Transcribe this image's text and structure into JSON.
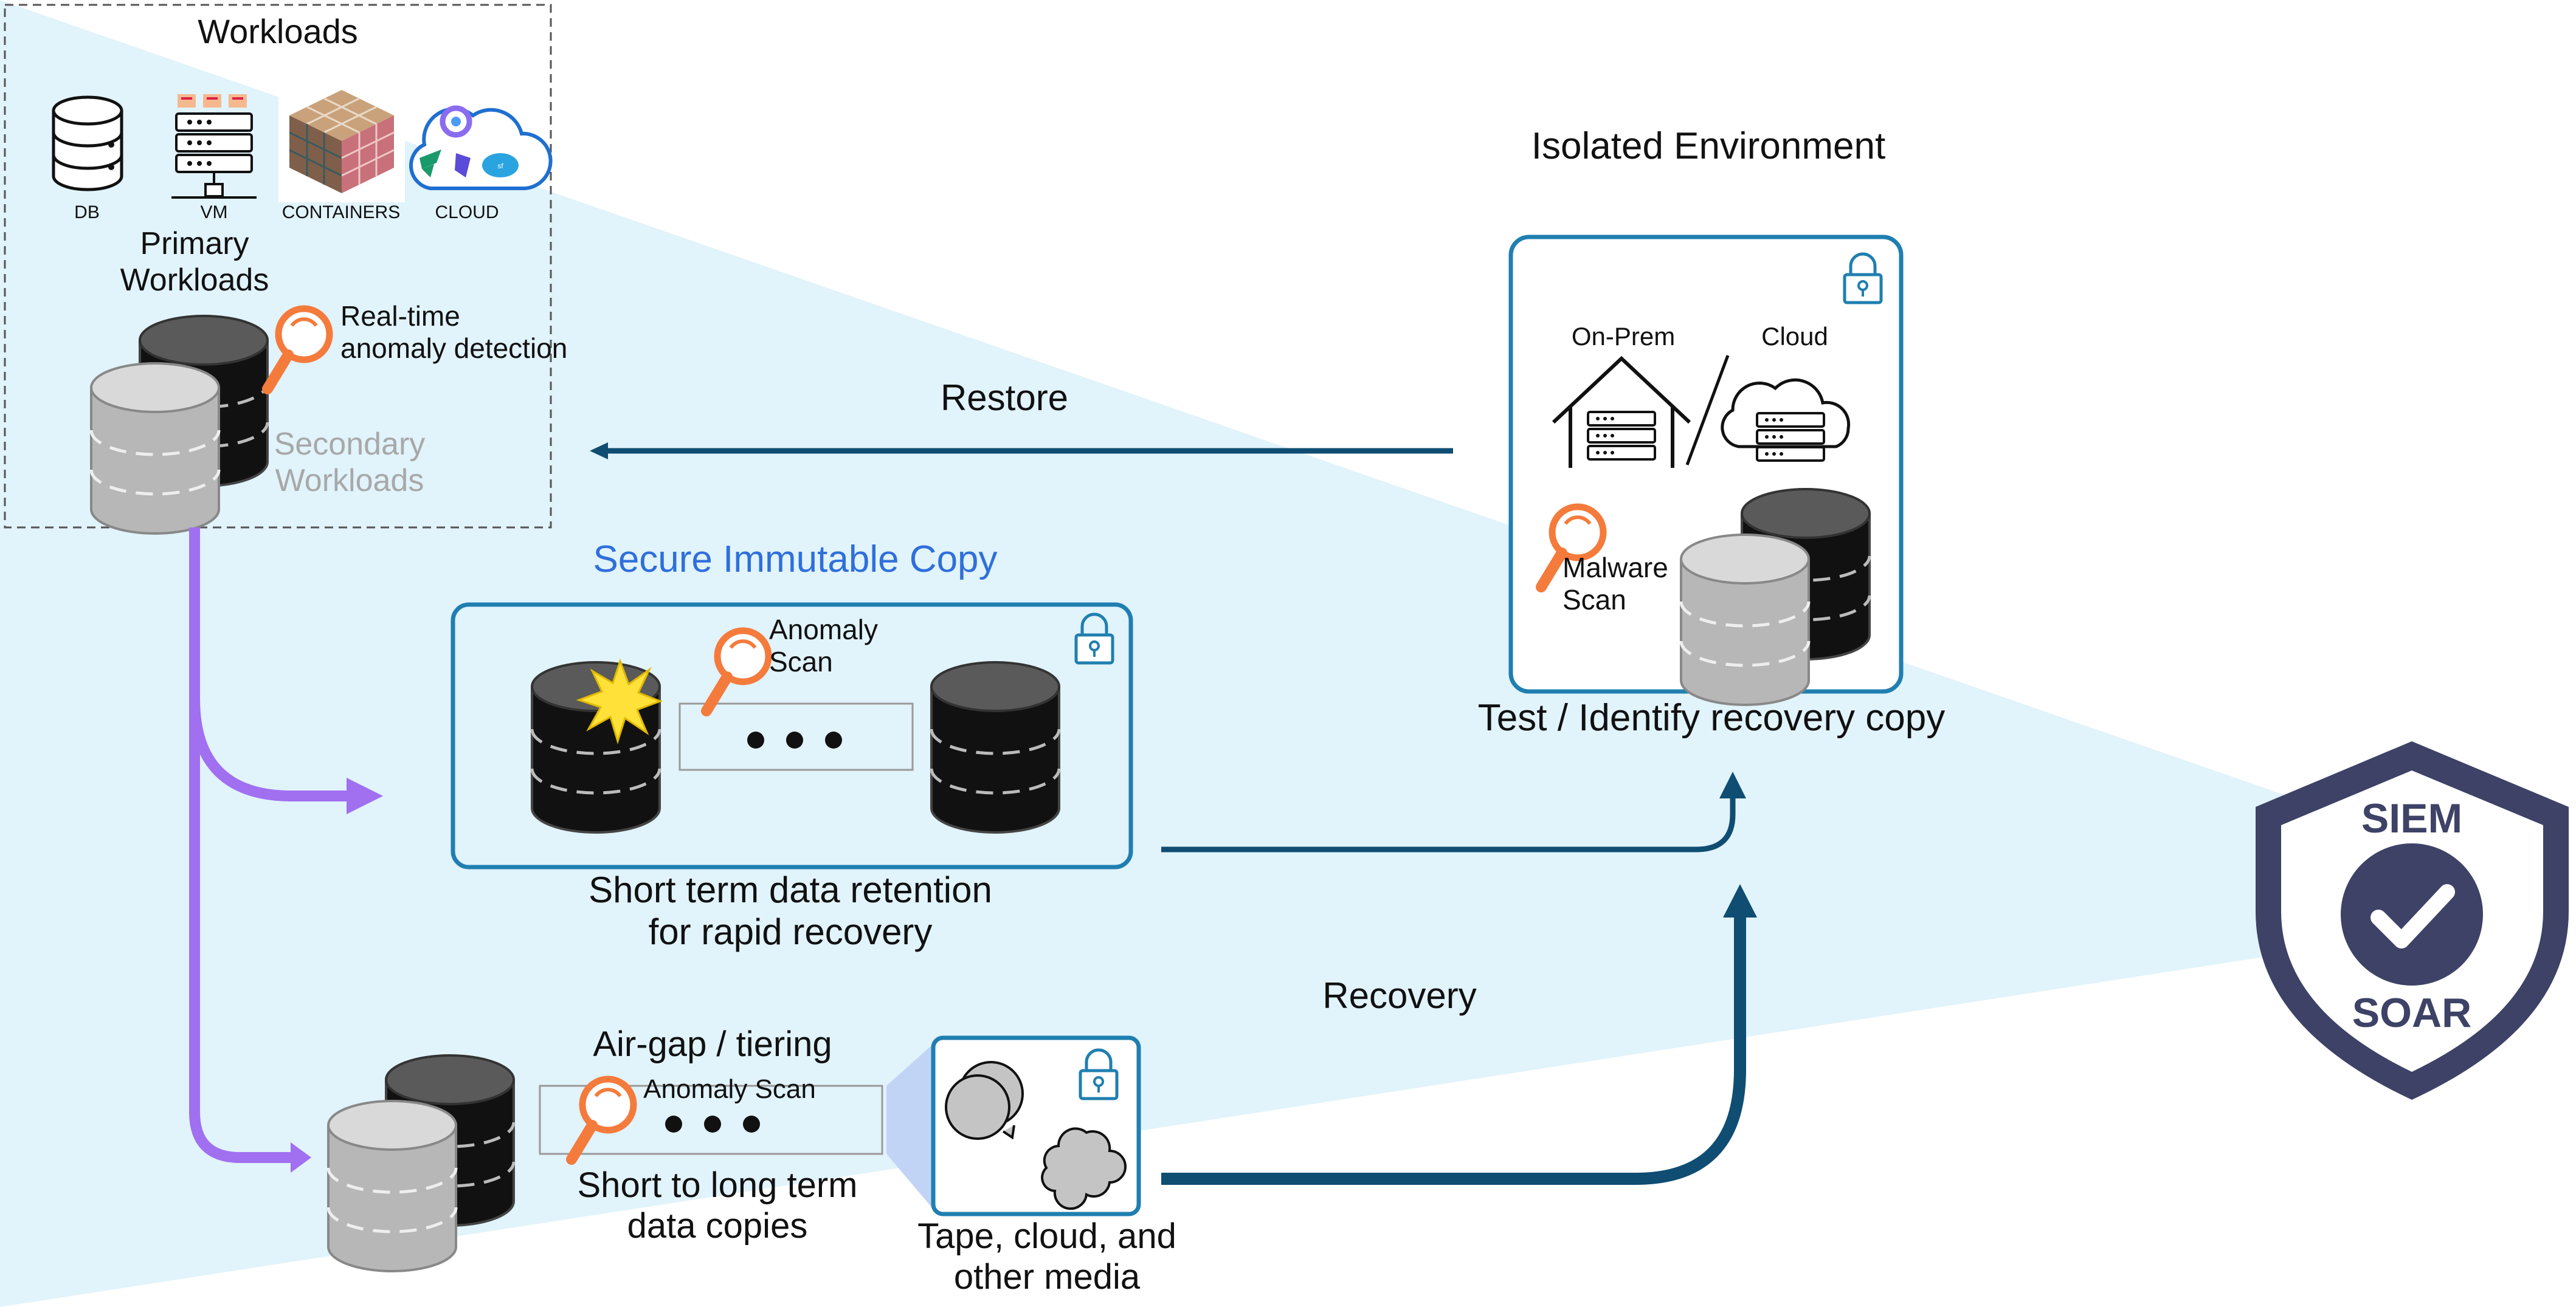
{
  "workloads": {
    "title": "Workloads",
    "icons": [
      {
        "label": "DB",
        "icon": "database-icon"
      },
      {
        "label": "VM",
        "icon": "server-rack-icon"
      },
      {
        "label": "CONTAINERS",
        "icon": "containers-icon"
      },
      {
        "label": "CLOUD",
        "icon": "cloud-apps-icon"
      }
    ],
    "primary_label": "Primary\nWorkloads",
    "detection_label": "Real-time\nanomaly detection",
    "secondary_label": "Secondary\nWorkloads"
  },
  "isolated": {
    "title": "Isolated Environment",
    "onprem_label": "On-Prem",
    "cloud_label": "Cloud",
    "scan_label": "Malware\nScan",
    "caption": "Test / Identify recovery copy"
  },
  "restore_label": "Restore",
  "immutable": {
    "title": "Secure Immutable Copy",
    "scan_label": "Anomaly\nScan",
    "caption": "Short term data retention\nfor rapid recovery"
  },
  "airgap": {
    "title": "Air-gap / tiering",
    "scan_label": "Anomaly Scan",
    "caption": "Short to long term\ndata copies"
  },
  "media": {
    "caption": "Tape, cloud, and\nother media"
  },
  "recovery_label": "Recovery",
  "badge": {
    "top": "SIEM",
    "bottom": "SOAR",
    "icon": "checkmark-shield-icon"
  },
  "colors": {
    "light_blue": "#e1f3fb",
    "box_blue": "#1f7fb0",
    "dark_arrow": "#0f4d72",
    "purple": "#a070f0",
    "orange": "#f47b3c",
    "navy": "#3d4266",
    "title_blue": "#2f6fdb"
  }
}
